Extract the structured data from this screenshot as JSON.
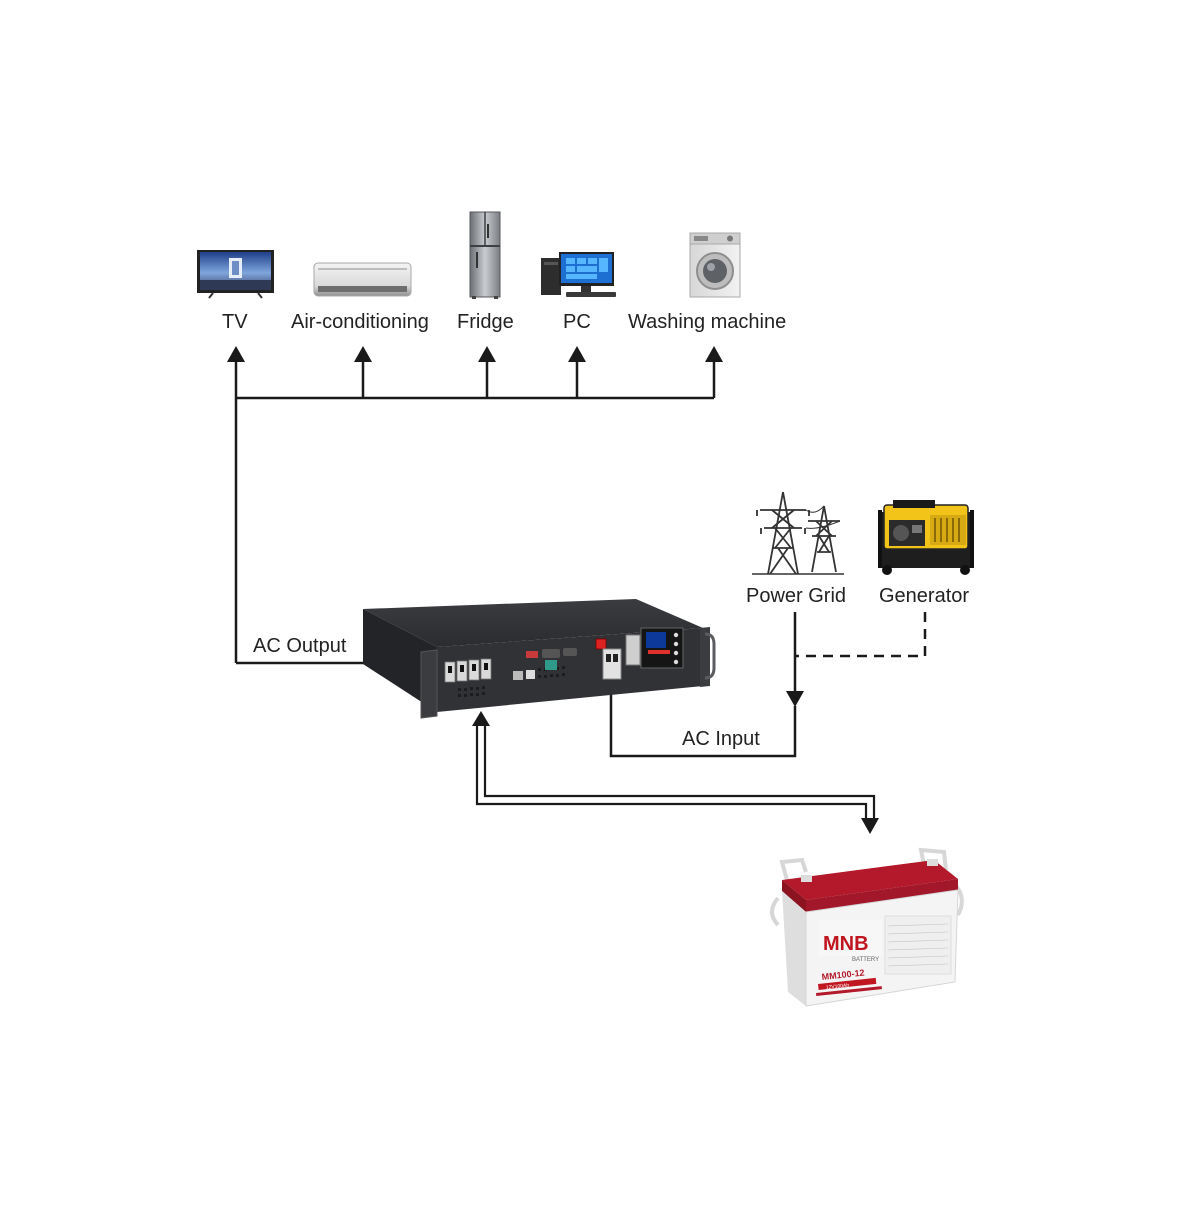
{
  "appliances": {
    "tv": "TV",
    "air_conditioning": "Air-conditioning",
    "fridge": "Fridge",
    "pc": "PC",
    "washing_machine": "Washing machine"
  },
  "sources": {
    "power_grid": "Power Grid",
    "generator": "Generator"
  },
  "connections": {
    "ac_output": "AC Output",
    "ac_input": "AC Input"
  },
  "battery": {
    "brand": "MNB",
    "sub_brand": "BATTERY",
    "model": "MM100-12",
    "spec": "12V100Ah"
  },
  "colors": {
    "line": "#1a1a1a",
    "battery_red": "#b3192a",
    "inverter_body": "#2b2d30"
  }
}
